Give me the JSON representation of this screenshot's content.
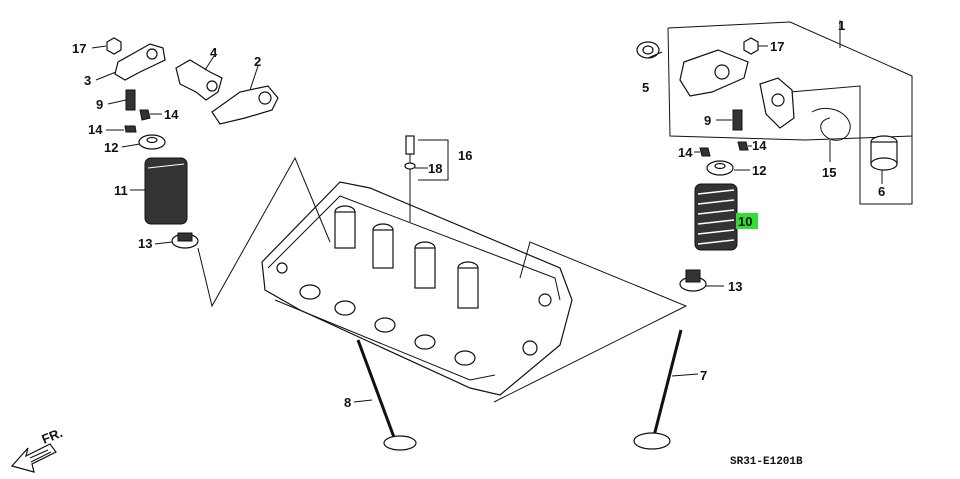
{
  "callouts": {
    "c1": "1",
    "c2": "2",
    "c3": "3",
    "c4": "4",
    "c5": "5",
    "c6": "6",
    "c7": "7",
    "c8": "8",
    "c9a": "9",
    "c9b": "9",
    "c10": "10",
    "c11": "11",
    "c12a": "12",
    "c12b": "12",
    "c13a": "13",
    "c13b": "13",
    "c14a": "14",
    "c14b": "14",
    "c14c": "14",
    "c14d": "14",
    "c15": "15",
    "c16": "16",
    "c17a": "17",
    "c17b": "17",
    "c18": "18"
  },
  "highlighted_part": "10",
  "highlight_color": "#33dd33",
  "front_label": "FR.",
  "diagram_code": "SR31-E1201B"
}
